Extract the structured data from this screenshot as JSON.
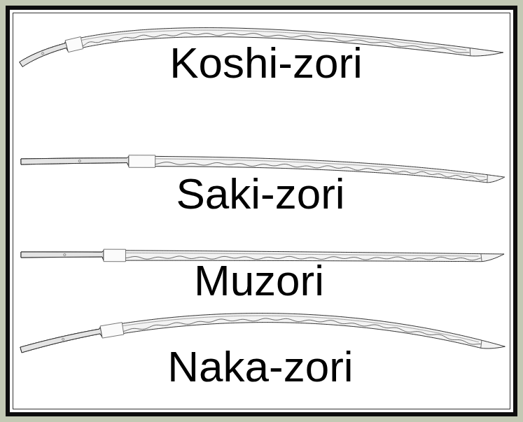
{
  "diagram": {
    "labels": [
      "Koshi-zori",
      "Saki-zori",
      "Muzori",
      "Naka-zori"
    ]
  }
}
